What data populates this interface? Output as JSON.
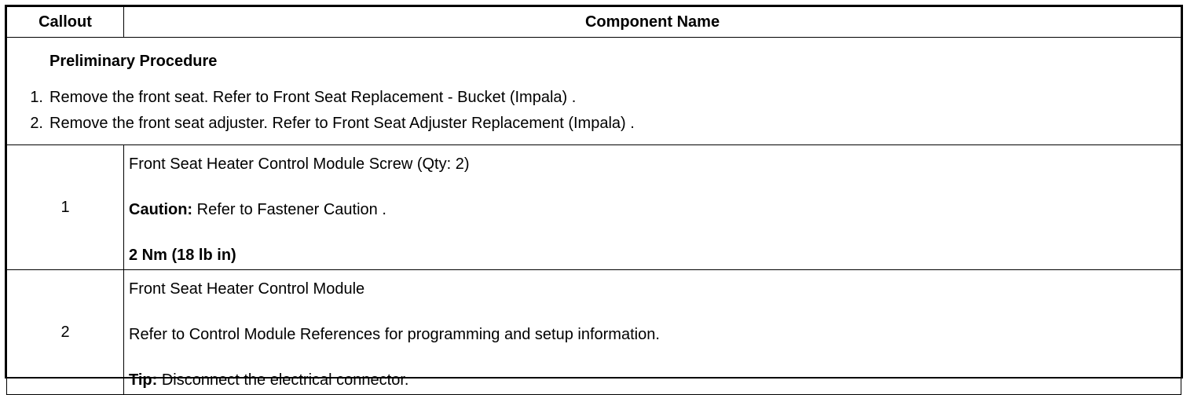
{
  "table": {
    "headers": {
      "callout": "Callout",
      "component": "Component Name"
    },
    "preliminary": {
      "heading": "Preliminary Procedure",
      "steps": [
        {
          "num": "1.",
          "text": "Remove the front seat. Refer to Front Seat Replacement - Bucket (Impala) ."
        },
        {
          "num": "2.",
          "text": "Remove the front seat adjuster. Refer to Front Seat Adjuster Replacement (Impala) ."
        }
      ]
    },
    "rows": [
      {
        "callout": "1",
        "name": "Front Seat Heater Control Module Screw (Qty: 2)",
        "caution_label": "Caution:",
        "caution_text": " Refer to Fastener Caution .",
        "torque": "2 Nm (18 lb in)"
      },
      {
        "callout": "2",
        "name": "Front Seat Heater Control Module",
        "note": "Refer to Control Module References for programming and setup information.",
        "tip_label": "Tip:",
        "tip_text": " Disconnect the electrical connector."
      }
    ]
  }
}
